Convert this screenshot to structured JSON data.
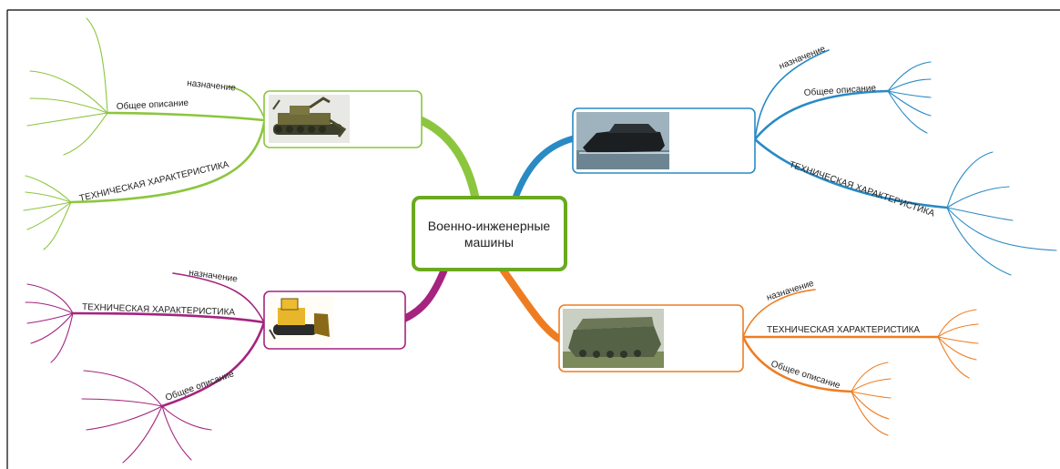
{
  "center_title": "Военно-инженерные машины",
  "center_lines": [
    "Военно-инженерные",
    "машины"
  ],
  "colors": {
    "tl": "#8cc63e",
    "tr": "#2a8ac4",
    "bl": "#a4247f",
    "br": "#ee7d22",
    "center": "#6aaa1f",
    "frame": "#000000"
  },
  "branches": {
    "tl": {
      "image": "tank-vehicle-image",
      "naznachenie": "назначение",
      "opisanie": "Общее описание",
      "harakteristika": "ТЕХНИЧЕСКАЯ ХАРАКТЕРИСТИКА"
    },
    "tr": {
      "image": "amphibious-vehicle-image",
      "naznachenie": "назначение",
      "opisanie": "Общее описание",
      "harakteristika": "ТЕХНИЧЕСКАЯ ХАРАКТЕРИСТИКА"
    },
    "bl": {
      "image": "bulldozer-image",
      "naznachenie": "назначение",
      "opisanie": "Общее описание",
      "harakteristika": "ТЕХНИЧЕСКАЯ ХАРАКТЕРИСТИКА"
    },
    "br": {
      "image": "ferry-vehicle-image",
      "naznachenie": "назначение",
      "opisanie": "Общее описание",
      "harakteristika": "ТЕХНИЧЕСКАЯ ХАРАКТЕРИСТИКА"
    }
  }
}
